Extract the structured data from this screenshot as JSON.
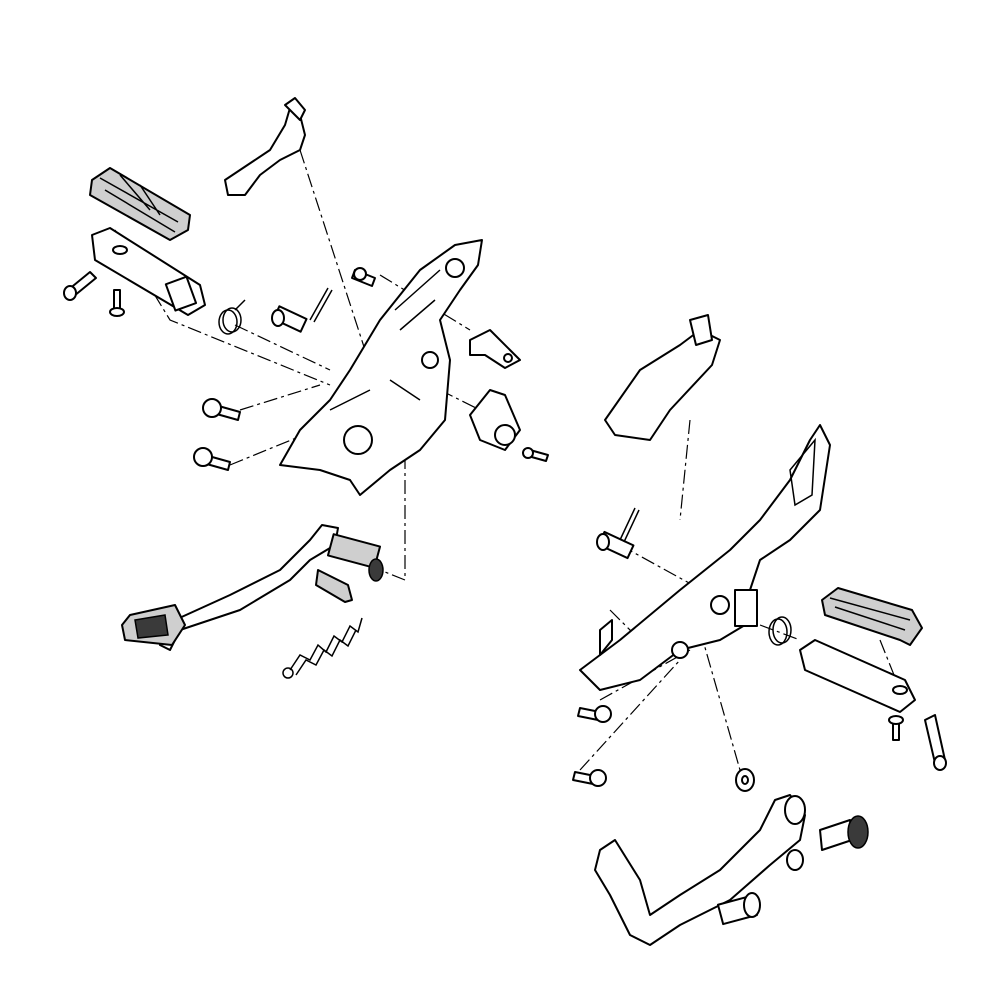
{
  "diagram": {
    "kind": "exploded-parts-view",
    "background": "#ffffff",
    "line_color": "#000000",
    "parts": [
      "left-footpeg-rubber",
      "left-footpeg",
      "left-rider-footrest-bracket",
      "left-heel-guard",
      "rear-brake-pedal",
      "brake-pedal-return-spring",
      "pivot-pin",
      "cotter-pin",
      "torsion-spring",
      "mounting-bolts",
      "brake-switch-bracket",
      "brake-switch",
      "right-heel-guard",
      "right-rider-footrest-bracket",
      "right-footpeg",
      "right-footpeg-rubber",
      "washer",
      "shift-linkage",
      "shift-pivot-bolt"
    ]
  }
}
